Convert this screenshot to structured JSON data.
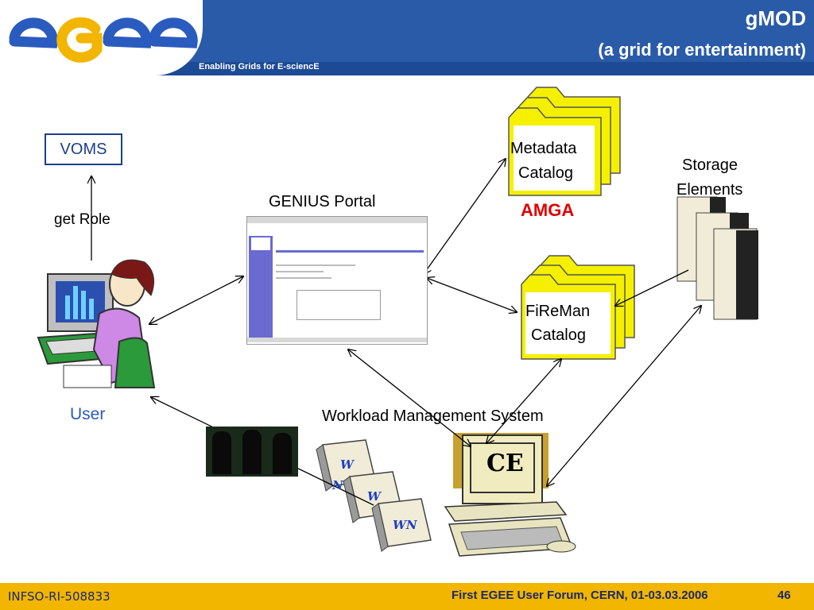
{
  "header": {
    "title": "gMOD",
    "subtitle": "(a grid for entertainment)",
    "tagline": "Enabling Grids for E-sciencE",
    "logo_text": "egee"
  },
  "nodes": {
    "voms": "VOMS",
    "get_role": "get Role",
    "user": "User",
    "genius": "GENIUS Portal",
    "metadata_line1": "Metadata",
    "metadata_line2": "Catalog",
    "amga": "AMGA",
    "fireman_line1": "FiReMan",
    "fireman_line2": "Catalog",
    "storage_line1": "Storage",
    "storage_line2": "Elements",
    "wms": "Workload Management System",
    "ce": "CE",
    "wn1": "W",
    "wn1b": "N",
    "wn2": "W",
    "wn3": "WN"
  },
  "footer": {
    "project": "INFSO-RI-508833",
    "event": "First EGEE User Forum, CERN, 01-03.03.2006",
    "page": "46"
  },
  "colors": {
    "header_blue": "#2a5ba8",
    "footer_gold": "#f2b500",
    "logo_blue": "#2a5bbf",
    "logo_gold": "#f2b500",
    "amga_red": "#e00000",
    "folder_yellow": "#f5f000"
  }
}
